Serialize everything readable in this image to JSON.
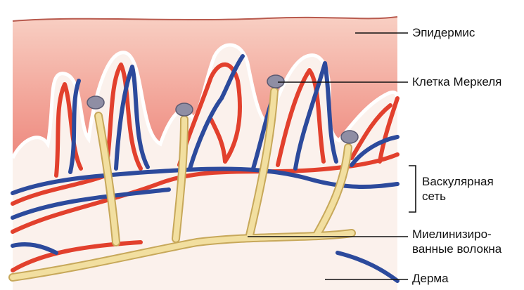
{
  "labels": {
    "epidermis": "Эпидермис",
    "merkel_cell": "Клетка Меркеля",
    "vascular_line1": "Васкулярная",
    "vascular_line2": "сеть",
    "myelinated_line1": "Миелинизиро-",
    "myelinated_line2": "ванные волокна",
    "dermis": "Дерма"
  },
  "colors": {
    "epidermis_top": "#f6c3b6",
    "epidermis_bottom": "#ef8e84",
    "dermis": "#fbf1ec",
    "artery": "#e2402d",
    "vein": "#2c4a9c",
    "nerve": "#f2dfa0",
    "nerve_edge": "#c7a85a",
    "merkel": "#8f8ea4",
    "leader": "#111111"
  }
}
